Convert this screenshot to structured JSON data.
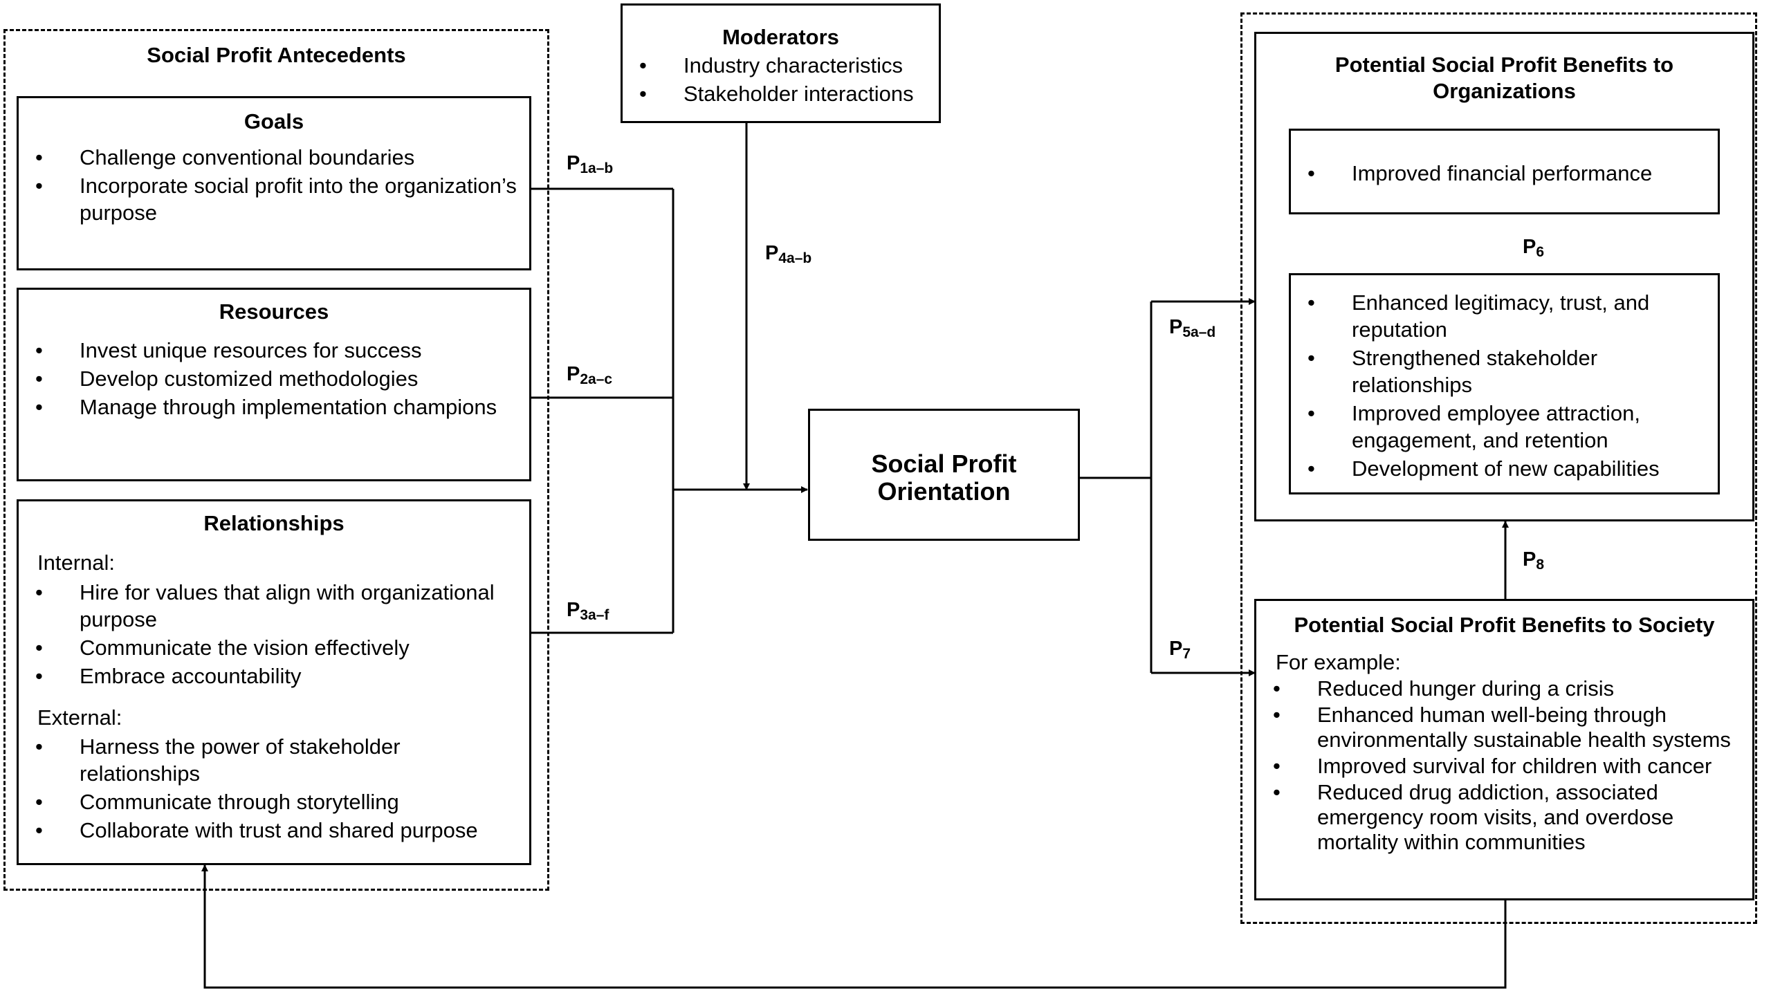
{
  "antecedents": {
    "title": "Social Profit Antecedents",
    "goals": {
      "title": "Goals",
      "items": [
        "Challenge conventional boundaries",
        "Incorporate social profit into the organization’s purpose"
      ]
    },
    "resources": {
      "title": "Resources",
      "items": [
        "Invest unique resources for success",
        "Develop customized methodologies",
        "Manage through implementation champions"
      ]
    },
    "relationships": {
      "title": "Relationships",
      "internal_label": "Internal:",
      "internal_items": [
        "Hire for values that align with organizational purpose",
        "Communicate the vision effectively",
        "Embrace accountability"
      ],
      "external_label": "External:",
      "external_items": [
        "Harness the power of stakeholder relationships",
        "Communicate through storytelling",
        "Collaborate with trust and shared purpose"
      ]
    }
  },
  "moderators": {
    "title": "Moderators",
    "items": [
      "Industry characteristics",
      "Stakeholder interactions"
    ]
  },
  "orientation": {
    "line1": "Social Profit",
    "line2": "Orientation"
  },
  "org_benefits": {
    "title_line1": "Potential Social Profit Benefits to",
    "title_line2": "Organizations",
    "financial_items": [
      "Improved financial performance"
    ],
    "intermediate_items": [
      "Enhanced legitimacy, trust, and reputation",
      "Strengthened stakeholder relationships",
      "Improved employee attraction, engagement, and retention",
      "Development of new capabilities"
    ]
  },
  "society_benefits": {
    "title": "Potential Social Profit Benefits to Society",
    "intro": "For example:",
    "items": [
      "Reduced hunger during a crisis",
      "Enhanced human well-being through environmentally sustainable health systems",
      "Improved survival for children with cancer",
      "Reduced drug addiction, associated emergency room visits, and overdose mortality within communities"
    ]
  },
  "propositions": {
    "p1": {
      "main": "P",
      "sub": "1a–b"
    },
    "p2": {
      "main": "P",
      "sub": "2a–c"
    },
    "p3": {
      "main": "P",
      "sub": "3a–f"
    },
    "p4": {
      "main": "P",
      "sub": "4a–b"
    },
    "p5": {
      "main": "P",
      "sub": "5a–d"
    },
    "p6": {
      "main": "P",
      "sub": "6"
    },
    "p7": {
      "main": "P",
      "sub": "7"
    },
    "p8": {
      "main": "P",
      "sub": "8"
    }
  }
}
